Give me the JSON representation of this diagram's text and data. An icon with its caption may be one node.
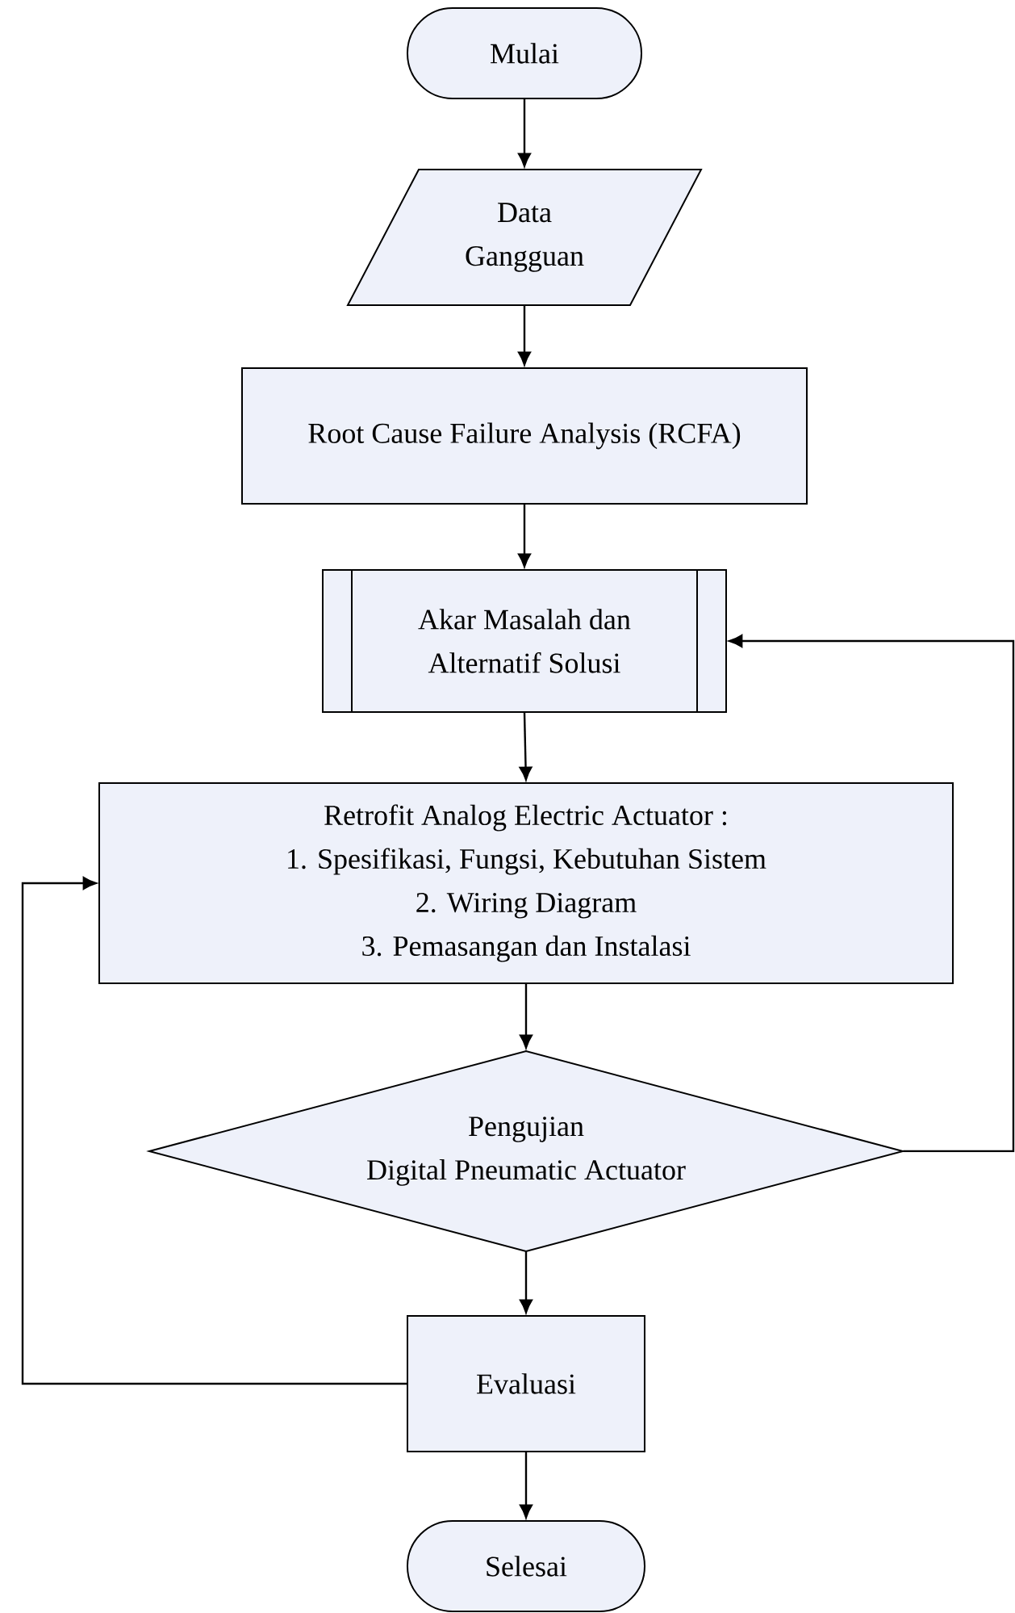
{
  "diagram": {
    "nodes": [
      {
        "text": [
          "Mulai"
        ]
      },
      {
        "text": [
          "Data Gangguan"
        ]
      },
      {
        "text": [
          "Root Cause Failure Analysis (RCFA)"
        ]
      },
      {
        "text": [
          "Akar Masalah dan Alternatif Solusi"
        ]
      },
      {
        "text": [
          "Retrofit Analog Electric Actuator :",
          "1. Spesifikasi, Fungsi, Kebutuhan Sistem",
          "2. Wiring Diagram",
          "3. Pemasangan dan Instalasi"
        ]
      },
      {
        "text": [
          "Pengujian",
          "Digital Pneumatic Actuator"
        ]
      },
      {
        "text": [
          "Evaluasi"
        ]
      },
      {
        "text": [
          "Selesai"
        ]
      }
    ],
    "edges": [
      {
        "from": 0,
        "to": 1,
        "arrow": "to"
      },
      {
        "from": 1,
        "to": 2,
        "arrow": "to"
      },
      {
        "from": 2,
        "to": 3,
        "arrow": "to"
      },
      {
        "from": 3,
        "to": 4,
        "arrow": "to"
      },
      {
        "from": 4,
        "to": 5,
        "arrow": "to"
      },
      {
        "from": 5,
        "to": 6,
        "arrow": "to"
      },
      {
        "from": 6,
        "to": 7,
        "arrow": "to"
      },
      {
        "from": 5,
        "to": 3,
        "arrow": "to"
      },
      {
        "from": 6,
        "to": 4,
        "arrow": "to"
      }
    ]
  }
}
